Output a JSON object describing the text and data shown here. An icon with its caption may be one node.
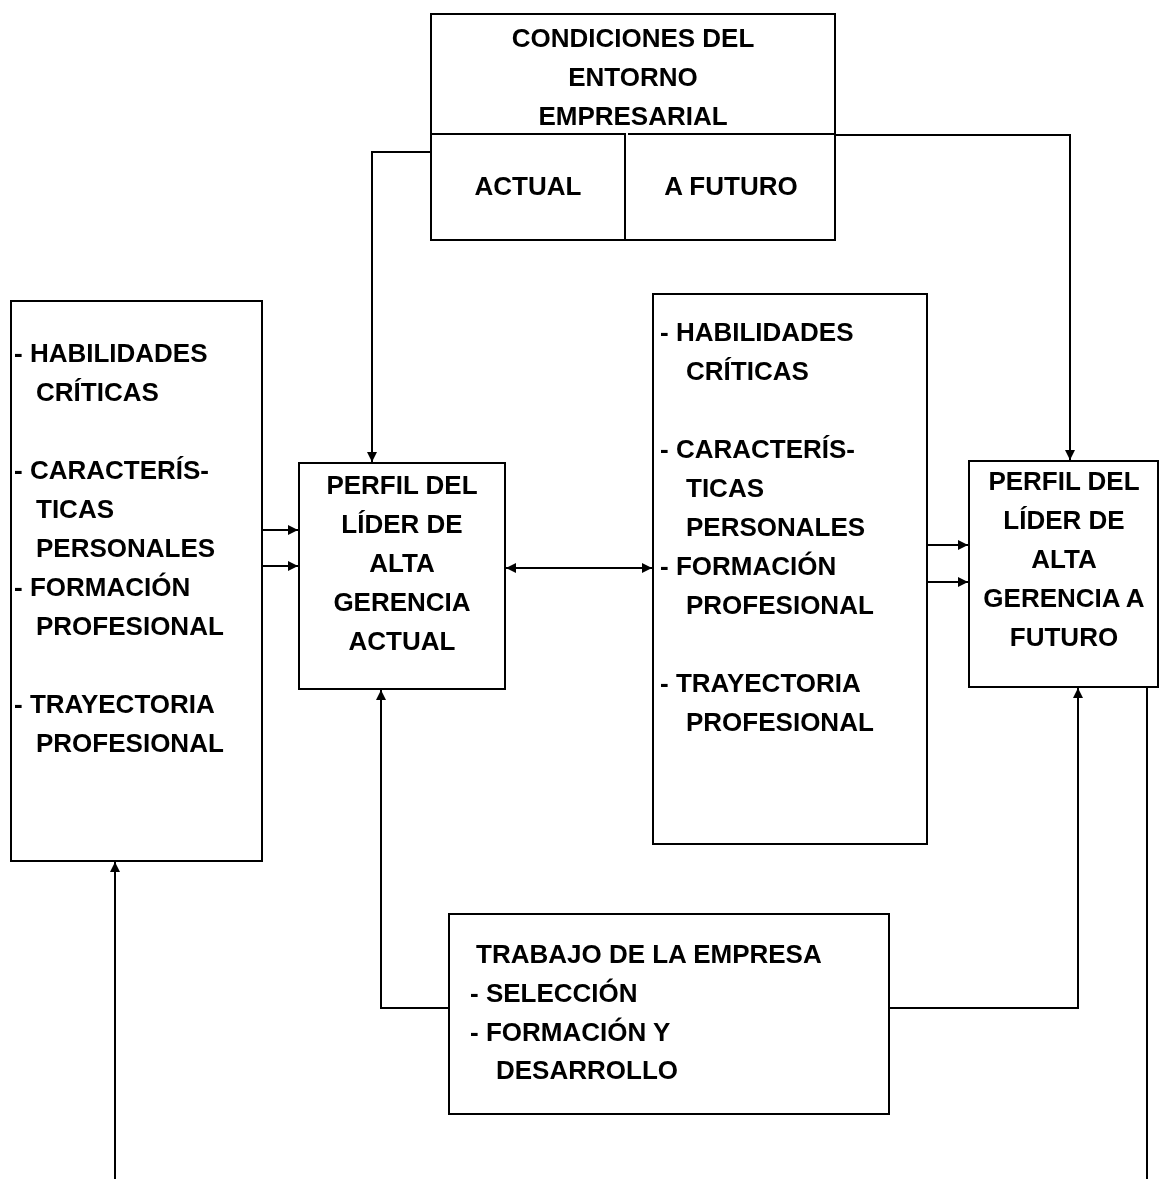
{
  "diagram": {
    "nodes": [
      {
        "text": [
          "CONDICIONES DEL ENTORNO EMPRESARIAL"
        ]
      },
      {
        "text": [
          "ACTUAL"
        ],
        "in": 0
      },
      {
        "text": [
          "A FUTURO"
        ],
        "in": 0
      },
      {
        "text": [
          "- HABILIDADES CRÍTICAS",
          "- CARACTERÍS- TICAS PERSONALES",
          "- FORMACIÓN PROFESIONAL",
          "- TRAYECTORIA PROFESIONAL"
        ]
      },
      {
        "text": [
          "PERFIL DEL LÍDER DE ALTA GERENCIA ACTUAL"
        ]
      },
      {
        "text": [
          "- HABILIDADES CRÍTICAS",
          "- CARACTERÍS- TICAS PERSONALES",
          "- FORMACIÓN PROFESIONAL",
          "- TRAYECTORIA PROFESIONAL"
        ]
      },
      {
        "text": [
          "PERFIL DEL LÍDER DE ALTA GERENCIA A FUTURO"
        ]
      },
      {
        "text": [
          "TRABAJO DE LA EMPRESA",
          "- SELECCIÓN",
          "- FORMACIÓN Y DESARROLLO"
        ]
      }
    ],
    "edges": [
      {
        "from": 1,
        "to": 4,
        "arrow": "to"
      },
      {
        "from": 2,
        "to": 6,
        "arrow": "to"
      },
      {
        "from": 3,
        "to": 4,
        "arrow": "to"
      },
      {
        "from": 3,
        "to": 4,
        "arrow": "to"
      },
      {
        "from": 4,
        "to": 5,
        "arrow": "both"
      },
      {
        "from": 5,
        "to": 6,
        "arrow": "to"
      },
      {
        "from": 5,
        "to": 6,
        "arrow": "to"
      },
      {
        "from": 7,
        "to": 4,
        "arrow": "to"
      },
      {
        "from": 7,
        "to": 6,
        "arrow": "to"
      },
      {
        "from": 6,
        "to": null,
        "arrow": "none"
      },
      {
        "from": null,
        "to": 3,
        "arrow": "to"
      }
    ]
  }
}
